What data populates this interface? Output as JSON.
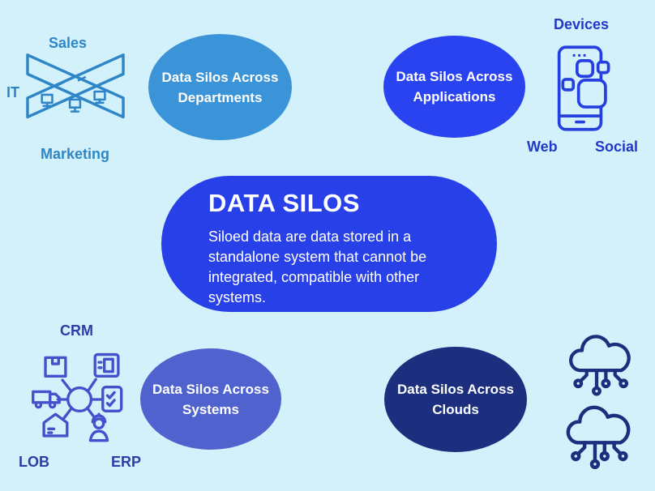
{
  "canvas": {
    "background": "#D2F1FB"
  },
  "center_card": {
    "title": "DATA SILOS",
    "body_lines": [
      "Siloed data are data stored in a",
      "standalone system that cannot be",
      "integrated, compatible with other",
      "systems."
    ],
    "bg": "#2840E8",
    "text_color": "#FFFFFF"
  },
  "ellipses": {
    "departments": {
      "line1": "Data Silos Across",
      "line2": "Departments",
      "bg": "#3B93D8"
    },
    "applications": {
      "line1": "Data Silos Across",
      "line2": "Applications",
      "bg": "#2A43F0"
    },
    "systems": {
      "line1": "Data Silos Across",
      "line2": "Systems",
      "bg": "#5062CE"
    },
    "clouds": {
      "line1": "Data Silos Across",
      "line2": "Clouds",
      "bg": "#1B2F7E"
    }
  },
  "labels": {
    "departments": {
      "sales": "Sales",
      "it": "IT",
      "marketing": "Marketing",
      "color": "#2E86C6"
    },
    "applications": {
      "devices": "Devices",
      "web": "Web",
      "social": "Social",
      "color": "#2338C8"
    },
    "systems": {
      "crm": "CRM",
      "lob": "LOB",
      "erp": "ERP",
      "color": "#2B3DA6"
    }
  },
  "icons": {
    "office_partitions": {
      "name": "office-partitions-icon",
      "color": "#2E86C8"
    },
    "mobile_apps": {
      "name": "mobile-apps-icon",
      "color": "#2640E0"
    },
    "system_hub": {
      "name": "system-hub-icon",
      "color": "#4450CC"
    },
    "connected_clouds": {
      "name": "connected-clouds-icon",
      "color": "#1B2F7E"
    }
  }
}
